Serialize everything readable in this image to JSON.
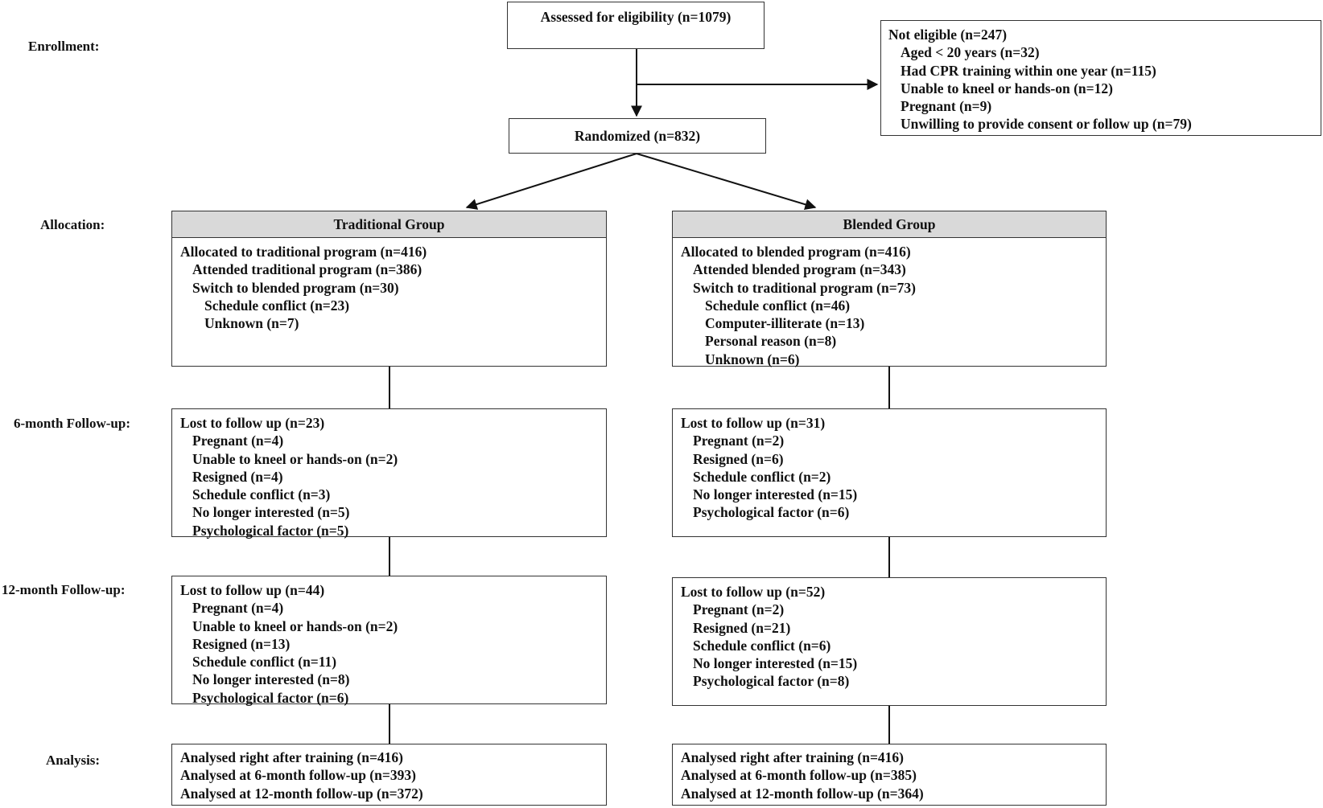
{
  "stages": {
    "enrollment": "Enrollment:",
    "allocation": "Allocation:",
    "followup6": "6-month Follow-up:",
    "followup12": "12-month Follow-up:",
    "analysis": "Analysis:"
  },
  "assessed": "Assessed for eligibility (n=1079)",
  "not_eligible": {
    "title": "Not eligible (n=247)",
    "items": [
      "Aged < 20 years (n=32)",
      "Had CPR training within one year (n=115)",
      "Unable to kneel or hands-on (n=12)",
      "Pregnant (n=9)",
      "Unwilling to provide consent or follow up (n=79)"
    ]
  },
  "randomized": "Randomized (n=832)",
  "traditional": {
    "header": "Traditional Group",
    "allocation": {
      "title": "Allocated to traditional program (n=416)",
      "attended": "Attended traditional program (n=386)",
      "switch": "Switch to blended program (n=30)",
      "reasons": [
        "Schedule conflict (n=23)",
        "Unknown (n=7)"
      ]
    },
    "followup6": {
      "title": "Lost to follow up (n=23)",
      "items": [
        "Pregnant (n=4)",
        "Unable to kneel or hands-on (n=2)",
        "Resigned (n=4)",
        "Schedule conflict (n=3)",
        "No longer interested (n=5)",
        "Psychological factor (n=5)"
      ]
    },
    "followup12": {
      "title": "Lost to follow up (n=44)",
      "items": [
        "Pregnant (n=4)",
        "Unable to kneel or hands-on (n=2)",
        "Resigned (n=13)",
        "Schedule conflict (n=11)",
        "No longer interested (n=8)",
        "Psychological factor (n=6)"
      ]
    },
    "analysis": [
      "Analysed right after training (n=416)",
      "Analysed at 6-month follow-up (n=393)",
      "Analysed at 12-month follow-up (n=372)"
    ]
  },
  "blended": {
    "header": "Blended Group",
    "allocation": {
      "title": "Allocated to blended program (n=416)",
      "attended": "Attended blended program (n=343)",
      "switch": "Switch to traditional program (n=73)",
      "reasons": [
        "Schedule conflict (n=46)",
        "Computer-illiterate (n=13)",
        "Personal reason (n=8)",
        "Unknown (n=6)"
      ]
    },
    "followup6": {
      "title": "Lost to follow up (n=31)",
      "items": [
        "Pregnant (n=2)",
        "Resigned (n=6)",
        "Schedule conflict (n=2)",
        "No longer interested (n=15)",
        "Psychological factor (n=6)"
      ]
    },
    "followup12": {
      "title": "Lost to follow up (n=52)",
      "items": [
        "Pregnant (n=2)",
        "Resigned (n=21)",
        "Schedule conflict (n=6)",
        "No longer interested (n=15)",
        "Psychological factor (n=8)"
      ]
    },
    "analysis": [
      "Analysed right after training (n=416)",
      "Analysed at 6-month follow-up (n=385)",
      "Analysed at 12-month follow-up (n=364)"
    ]
  }
}
